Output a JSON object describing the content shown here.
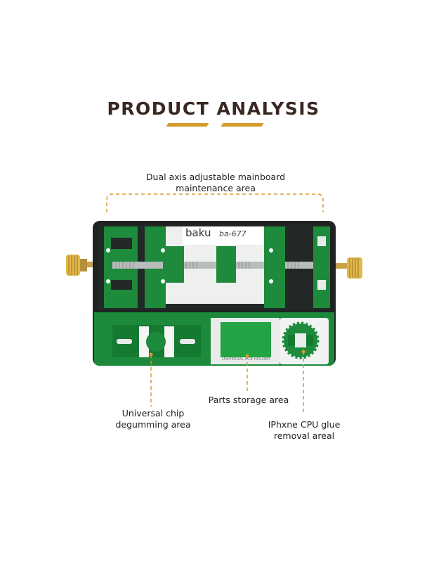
{
  "header": {
    "title": "PRODUCT ANALYSIS"
  },
  "product": {
    "brand_logo": "baku",
    "model": "ba-677",
    "plate_text": "UNIVERSAL PCB HOLDER"
  },
  "callouts": {
    "mainboard_line1": "Dual axis adjustable mainboard",
    "mainboard_line2": "maintenance area",
    "chip_line1": "Universal chip",
    "chip_line2": "degumming area",
    "parts": "Parts storage area",
    "cpu_line1": "IPhxne CPU glue",
    "cpu_line2": "removal areal"
  },
  "colors": {
    "accent": "#d69b2c",
    "title": "#3a2722",
    "board_green": "#1c8a3a",
    "frame_dark": "#1f2422",
    "brass": "#d9b24a"
  }
}
